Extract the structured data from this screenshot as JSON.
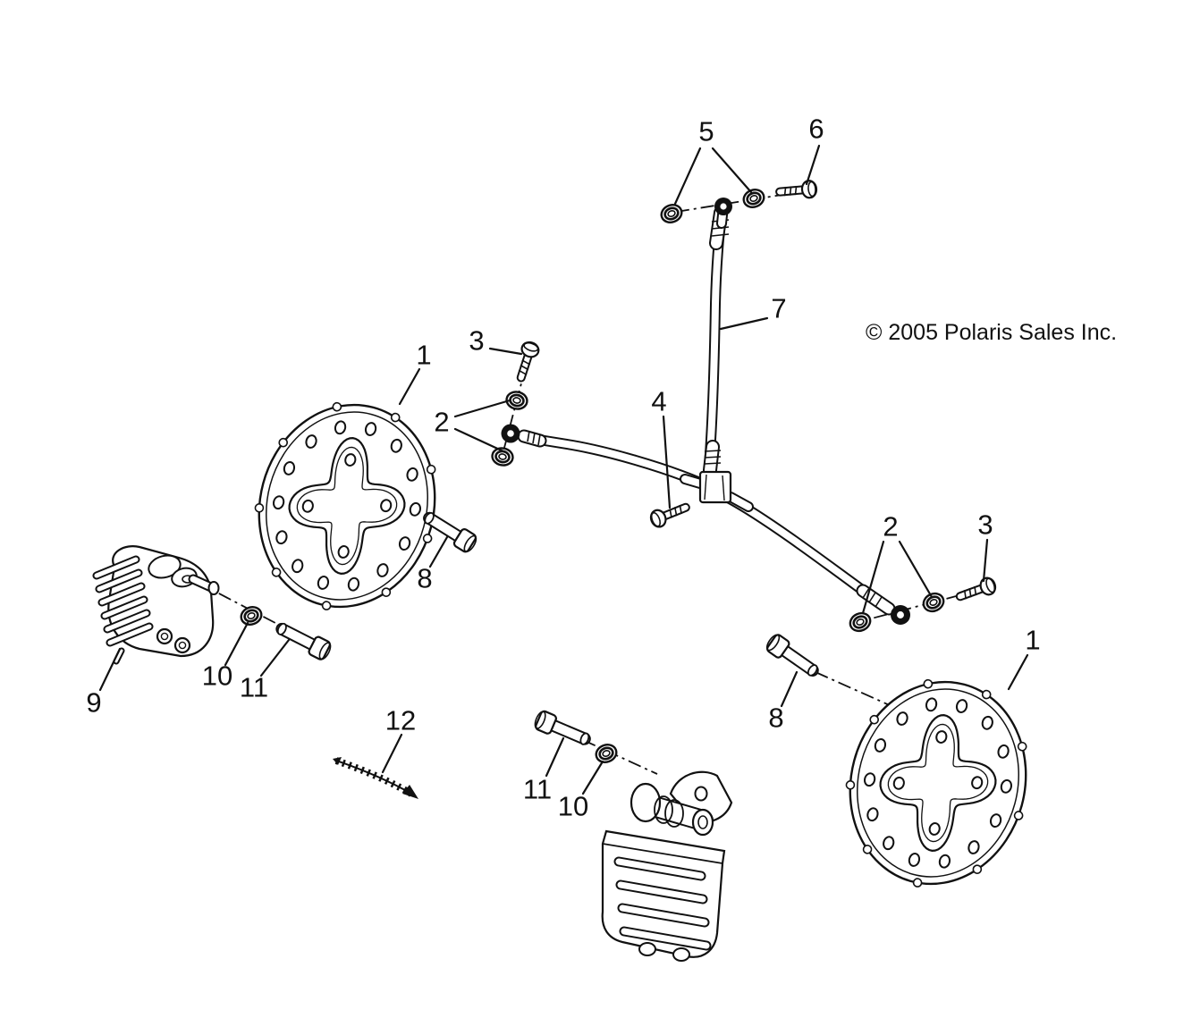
{
  "diagram": {
    "copyright_notice": "© 2005 Polaris Sales Inc.",
    "colors": {
      "background": "#ffffff",
      "ink": "#111111"
    },
    "callouts": [
      {
        "id": "disc-left",
        "label": "1"
      },
      {
        "id": "disc-right",
        "label": "1"
      },
      {
        "id": "washers-left",
        "label": "2"
      },
      {
        "id": "washers-right",
        "label": "2"
      },
      {
        "id": "banjo-bolt-left",
        "label": "3"
      },
      {
        "id": "banjo-bolt-right",
        "label": "3"
      },
      {
        "id": "junction-bolt",
        "label": "4"
      },
      {
        "id": "washers-top",
        "label": "5"
      },
      {
        "id": "top-banjo-bolt",
        "label": "6"
      },
      {
        "id": "brake-hose",
        "label": "7"
      },
      {
        "id": "disc-bolt-left",
        "label": "8"
      },
      {
        "id": "disc-bolt-right",
        "label": "8"
      },
      {
        "id": "caliper-left",
        "label": "9"
      },
      {
        "id": "washer-caliper-left",
        "label": "10"
      },
      {
        "id": "washer-caliper-bottom",
        "label": "10"
      },
      {
        "id": "caliper-bolt-left",
        "label": "11"
      },
      {
        "id": "caliper-bolt-bottom",
        "label": "11"
      },
      {
        "id": "cable",
        "label": "12"
      }
    ]
  }
}
